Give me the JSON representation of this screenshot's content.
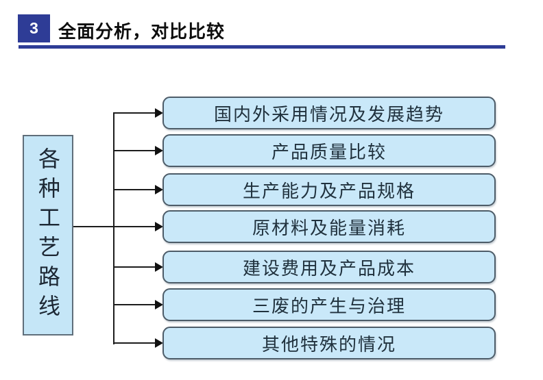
{
  "header": {
    "number": "3",
    "title": "全面分析，对比比较"
  },
  "diagram": {
    "root_label": "各种工艺路线",
    "branches": [
      {
        "label": "国内外采用情况及发展趋势"
      },
      {
        "label": "产品质量比较"
      },
      {
        "label": "生产能力及产品规格"
      },
      {
        "label": "原材料及能量消耗"
      },
      {
        "label": "建设费用及产品成本"
      },
      {
        "label": "三废的产生与治理"
      },
      {
        "label": "其他特殊的情况"
      }
    ]
  },
  "colors": {
    "accent_navy": "#2e3c96",
    "box_fill": "#c9e8f9",
    "box_border": "#4d5c68",
    "connector": "#1c1c1c"
  }
}
